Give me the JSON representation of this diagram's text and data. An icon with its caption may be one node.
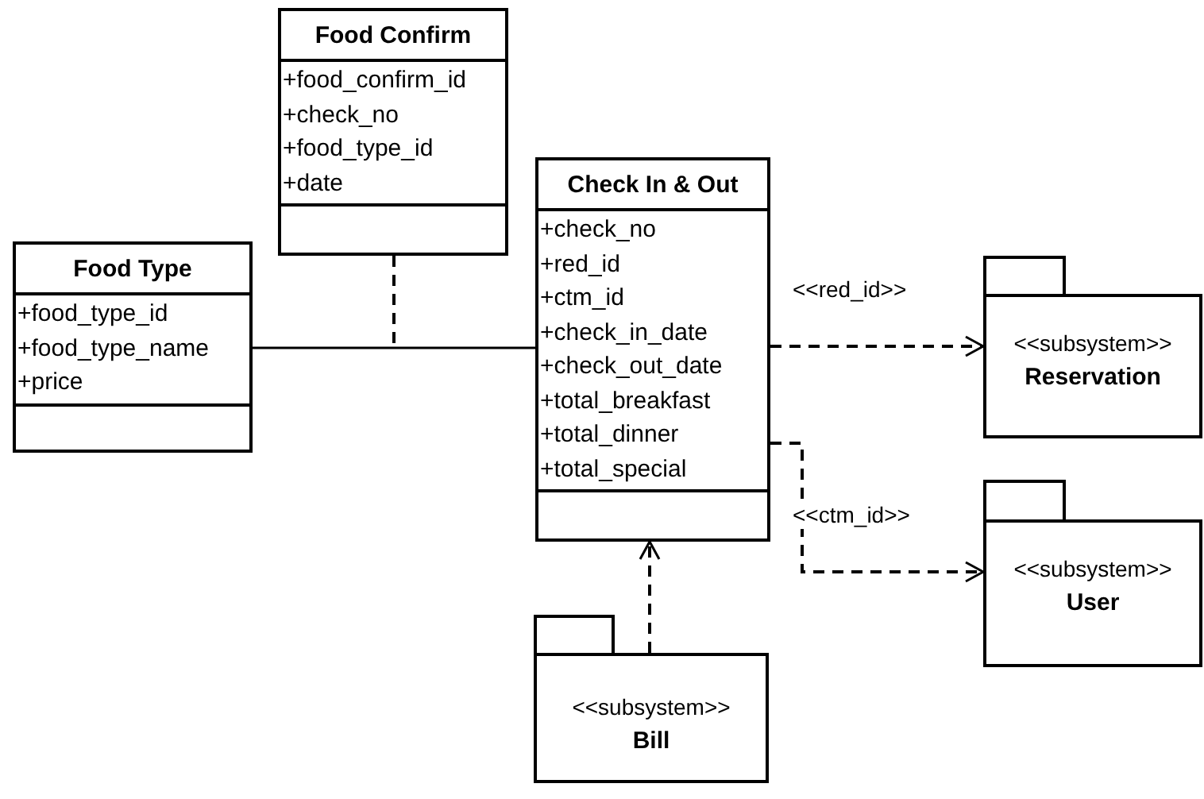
{
  "diagram": {
    "nodes": [
      {
        "text": [
          "Food Confirm",
          "+food_confirm_id",
          "+check_no",
          "+food_type_id",
          "+date"
        ]
      },
      {
        "text": [
          "Food Type",
          "+food_type_id",
          "+food_type_name",
          "+price"
        ]
      },
      {
        "text": [
          "Check In & Out",
          "+check_no",
          "+red_id",
          "+ctm_id",
          "+check_in_date",
          "+check_out_date",
          "+total_breakfast",
          "+total_dinner",
          "+total_special"
        ]
      },
      {
        "text": [
          "<<subsystem>>",
          "Reservation"
        ]
      },
      {
        "text": [
          "<<subsystem>>",
          "User"
        ]
      },
      {
        "text": [
          "<<subsystem>>",
          "Bill"
        ]
      }
    ],
    "edges": [
      {
        "from": 1,
        "to": 2,
        "arrow": "none"
      },
      {
        "from": 0,
        "to": null,
        "arrow": "none",
        "style": "dashed"
      },
      {
        "from": 2,
        "to": 3,
        "arrow": "to",
        "style": "dashed",
        "label": "<<red_id>>"
      },
      {
        "from": 2,
        "to": 4,
        "arrow": "to",
        "style": "dashed",
        "label": "<<ctm_id>>"
      },
      {
        "from": 5,
        "to": 2,
        "arrow": "to",
        "style": "dashed"
      }
    ]
  }
}
